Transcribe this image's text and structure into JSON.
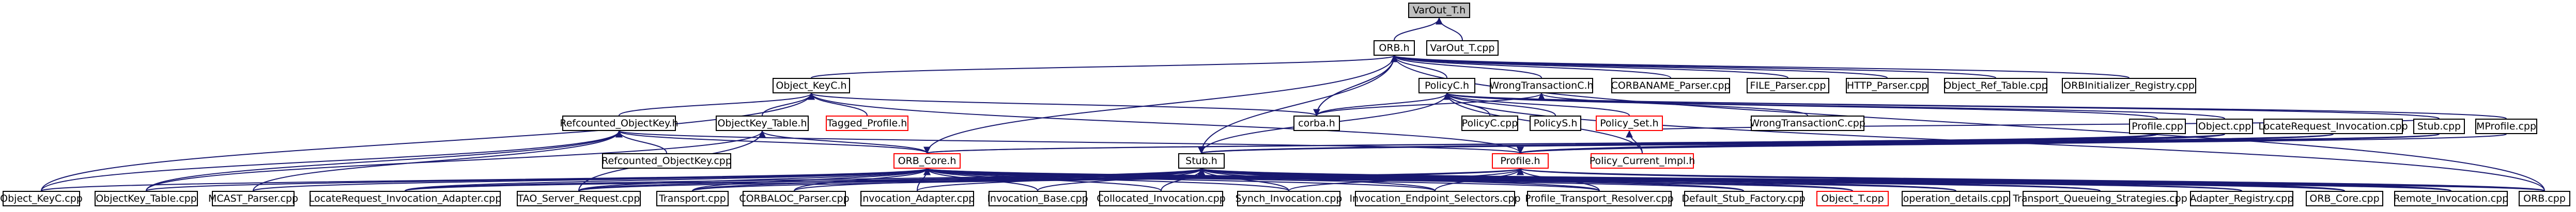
{
  "graph": {
    "edge_color": "#191970",
    "root_fill": "#bfbfbf",
    "red_border": "#ff0000",
    "nodes": [
      {
        "id": "varout_t_h",
        "label": "VarOut_T.h",
        "root": true
      },
      {
        "id": "orb_h",
        "label": "ORB.h"
      },
      {
        "id": "varout_t_cpp",
        "label": "VarOut_T.cpp"
      },
      {
        "id": "object_keyc_h",
        "label": "Object_KeyC.h"
      },
      {
        "id": "policyc_h",
        "label": "PolicyC.h"
      },
      {
        "id": "wrongtransactionc_h",
        "label": "WrongTransactionC.h"
      },
      {
        "id": "corbaname_parser_cpp",
        "label": "CORBANAME_Parser.cpp"
      },
      {
        "id": "file_parser_cpp",
        "label": "FILE_Parser.cpp"
      },
      {
        "id": "http_parser_cpp",
        "label": "HTTP_Parser.cpp"
      },
      {
        "id": "object_ref_table_cpp",
        "label": "Object_Ref_Table.cpp"
      },
      {
        "id": "orbinitializer_registry_cpp",
        "label": "ORBInitializer_Registry.cpp"
      },
      {
        "id": "refcounted_objectkey_h",
        "label": "Refcounted_ObjectKey.h"
      },
      {
        "id": "objectkey_table_h",
        "label": "ObjectKey_Table.h"
      },
      {
        "id": "tagged_profile_h",
        "label": "Tagged_Profile.h",
        "red": true
      },
      {
        "id": "corba_h",
        "label": "corba.h"
      },
      {
        "id": "policyc_cpp",
        "label": "PolicyC.cpp"
      },
      {
        "id": "policys_h",
        "label": "PolicyS.h"
      },
      {
        "id": "policy_set_h",
        "label": "Policy_Set.h",
        "red": true
      },
      {
        "id": "wrongtransactionc_cpp",
        "label": "WrongTransactionC.cpp"
      },
      {
        "id": "refcounted_objectkey_cpp",
        "label": "Refcounted_ObjectKey.cpp"
      },
      {
        "id": "orb_core_h",
        "label": "ORB_Core.h",
        "red": true
      },
      {
        "id": "stub_h",
        "label": "Stub.h"
      },
      {
        "id": "profile_h",
        "label": "Profile.h",
        "red": true
      },
      {
        "id": "policy_current_impl_h",
        "label": "Policy_Current_Impl.h",
        "red": true
      },
      {
        "id": "object_keyc_cpp",
        "label": "Object_KeyC.cpp"
      },
      {
        "id": "objectkey_table_cpp",
        "label": "ObjectKey_Table.cpp"
      },
      {
        "id": "mcast_parser_cpp",
        "label": "MCAST_Parser.cpp"
      },
      {
        "id": "locaterequest_invocation_adapter_cpp",
        "label": "LocateRequest_Invocation_Adapter.cpp"
      },
      {
        "id": "tao_server_request_cpp",
        "label": "TAO_Server_Request.cpp"
      },
      {
        "id": "transport_cpp",
        "label": "Transport.cpp"
      },
      {
        "id": "corbaloc_parser_cpp",
        "label": "CORBALOC_Parser.cpp"
      },
      {
        "id": "invocation_adapter_cpp",
        "label": "Invocation_Adapter.cpp"
      },
      {
        "id": "invocation_base_cpp",
        "label": "Invocation_Base.cpp"
      },
      {
        "id": "collocated_invocation_cpp",
        "label": "Collocated_Invocation.cpp"
      },
      {
        "id": "synch_invocation_cpp",
        "label": "Synch_Invocation.cpp"
      },
      {
        "id": "invocation_endpoint_selectors_cpp",
        "label": "Invocation_Endpoint_Selectors.cpp"
      },
      {
        "id": "profile_transport_resolver_cpp",
        "label": "Profile_Transport_Resolver.cpp"
      },
      {
        "id": "default_stub_factory_cpp",
        "label": "Default_Stub_Factory.cpp"
      },
      {
        "id": "object_t_cpp",
        "label": "Object_T.cpp",
        "red": true
      },
      {
        "id": "operation_details_cpp",
        "label": "operation_details.cpp"
      },
      {
        "id": "transport_queueing_strategies_cpp",
        "label": "Transport_Queueing_Strategies.cpp"
      },
      {
        "id": "adapter_registry_cpp",
        "label": "Adapter_Registry.cpp"
      },
      {
        "id": "orb_core_cpp",
        "label": "ORB_Core.cpp"
      },
      {
        "id": "remote_invocation_cpp",
        "label": "Remote_Invocation.cpp"
      },
      {
        "id": "orb_cpp",
        "label": "ORB.cpp"
      },
      {
        "id": "profile_cpp",
        "label": "Profile.cpp"
      },
      {
        "id": "object_cpp",
        "label": "Object.cpp"
      },
      {
        "id": "locaterequest_invocation_cpp",
        "label": "LocateRequest_Invocation.cpp"
      },
      {
        "id": "stub_cpp",
        "label": "Stub.cpp"
      },
      {
        "id": "mprofile_cpp",
        "label": "MProfile.cpp"
      }
    ],
    "edges": [
      [
        "varout_t_h",
        "orb_h"
      ],
      [
        "varout_t_h",
        "varout_t_cpp"
      ],
      [
        "orb_h",
        "object_keyc_h"
      ],
      [
        "orb_h",
        "policyc_h"
      ],
      [
        "orb_h",
        "wrongtransactionc_h"
      ],
      [
        "orb_h",
        "corbaname_parser_cpp"
      ],
      [
        "orb_h",
        "file_parser_cpp"
      ],
      [
        "orb_h",
        "http_parser_cpp"
      ],
      [
        "orb_h",
        "object_ref_table_cpp"
      ],
      [
        "orb_h",
        "orbinitializer_registry_cpp"
      ],
      [
        "orb_h",
        "corba_h"
      ],
      [
        "orb_h",
        "stub_h"
      ],
      [
        "orb_h",
        "orb_core_h"
      ],
      [
        "orb_h",
        "orb_cpp"
      ],
      [
        "object_keyc_h",
        "refcounted_objectkey_h"
      ],
      [
        "object_keyc_h",
        "objectkey_table_h"
      ],
      [
        "object_keyc_h",
        "tagged_profile_h"
      ],
      [
        "object_keyc_h",
        "corba_h"
      ],
      [
        "object_keyc_h",
        "object_keyc_cpp"
      ],
      [
        "object_keyc_h",
        "profile_h"
      ],
      [
        "policyc_h",
        "corba_h"
      ],
      [
        "policyc_h",
        "policyc_cpp"
      ],
      [
        "policyc_h",
        "policys_h"
      ],
      [
        "policyc_h",
        "policy_set_h"
      ],
      [
        "policyc_h",
        "policy_current_impl_h"
      ],
      [
        "policyc_h",
        "stub_h"
      ],
      [
        "policyc_h",
        "orb_cpp"
      ],
      [
        "policyc_h",
        "profile_cpp"
      ],
      [
        "policyc_h",
        "object_cpp"
      ],
      [
        "policyc_h",
        "stub_cpp"
      ],
      [
        "policyc_h",
        "mprofile_cpp"
      ],
      [
        "wrongtransactionc_h",
        "corba_h"
      ],
      [
        "wrongtransactionc_h",
        "wrongtransactionc_cpp"
      ],
      [
        "policy_set_h",
        "policy_current_impl_h"
      ],
      [
        "policy_set_h",
        "stub_cpp"
      ],
      [
        "refcounted_objectkey_h",
        "refcounted_objectkey_cpp"
      ],
      [
        "refcounted_objectkey_h",
        "objectkey_table_cpp"
      ],
      [
        "refcounted_objectkey_h",
        "mcast_parser_cpp"
      ],
      [
        "refcounted_objectkey_h",
        "object_keyc_cpp"
      ],
      [
        "refcounted_objectkey_h",
        "profile_h"
      ],
      [
        "refcounted_objectkey_h",
        "orb_core_h"
      ],
      [
        "objectkey_table_h",
        "objectkey_table_cpp"
      ],
      [
        "objectkey_table_h",
        "orb_core_h"
      ],
      [
        "objectkey_table_h",
        "tao_server_request_cpp"
      ],
      [
        "orb_core_h",
        "object_keyc_cpp"
      ],
      [
        "orb_core_h",
        "objectkey_table_cpp"
      ],
      [
        "orb_core_h",
        "mcast_parser_cpp"
      ],
      [
        "orb_core_h",
        "locaterequest_invocation_adapter_cpp"
      ],
      [
        "orb_core_h",
        "tao_server_request_cpp"
      ],
      [
        "orb_core_h",
        "transport_cpp"
      ],
      [
        "orb_core_h",
        "corbaloc_parser_cpp"
      ],
      [
        "orb_core_h",
        "invocation_adapter_cpp"
      ],
      [
        "orb_core_h",
        "invocation_base_cpp"
      ],
      [
        "orb_core_h",
        "collocated_invocation_cpp"
      ],
      [
        "orb_core_h",
        "synch_invocation_cpp"
      ],
      [
        "orb_core_h",
        "invocation_endpoint_selectors_cpp"
      ],
      [
        "orb_core_h",
        "profile_transport_resolver_cpp"
      ],
      [
        "orb_core_h",
        "default_stub_factory_cpp"
      ],
      [
        "orb_core_h",
        "object_t_cpp"
      ],
      [
        "orb_core_h",
        "operation_details_cpp"
      ],
      [
        "orb_core_h",
        "transport_queueing_strategies_cpp"
      ],
      [
        "orb_core_h",
        "adapter_registry_cpp"
      ],
      [
        "orb_core_h",
        "orb_core_cpp"
      ],
      [
        "orb_core_h",
        "remote_invocation_cpp"
      ],
      [
        "orb_core_h",
        "orb_cpp"
      ],
      [
        "orb_core_h",
        "profile_cpp"
      ],
      [
        "orb_core_h",
        "object_cpp"
      ],
      [
        "stub_h",
        "locaterequest_invocation_adapter_cpp"
      ],
      [
        "stub_h",
        "tao_server_request_cpp"
      ],
      [
        "stub_h",
        "transport_cpp"
      ],
      [
        "stub_h",
        "corbaloc_parser_cpp"
      ],
      [
        "stub_h",
        "invocation_adapter_cpp"
      ],
      [
        "stub_h",
        "invocation_base_cpp"
      ],
      [
        "stub_h",
        "collocated_invocation_cpp"
      ],
      [
        "stub_h",
        "synch_invocation_cpp"
      ],
      [
        "stub_h",
        "invocation_endpoint_selectors_cpp"
      ],
      [
        "stub_h",
        "profile_transport_resolver_cpp"
      ],
      [
        "stub_h",
        "default_stub_factory_cpp"
      ],
      [
        "stub_h",
        "object_t_cpp"
      ],
      [
        "stub_h",
        "operation_details_cpp"
      ],
      [
        "stub_h",
        "transport_queueing_strategies_cpp"
      ],
      [
        "stub_h",
        "adapter_registry_cpp"
      ],
      [
        "stub_h",
        "orb_core_cpp"
      ],
      [
        "stub_h",
        "remote_invocation_cpp"
      ],
      [
        "stub_h",
        "orb_cpp"
      ],
      [
        "stub_h",
        "profile_cpp"
      ],
      [
        "stub_h",
        "object_cpp"
      ],
      [
        "stub_h",
        "locaterequest_invocation_cpp"
      ],
      [
        "stub_h",
        "stub_cpp"
      ],
      [
        "profile_h",
        "locaterequest_invocation_adapter_cpp"
      ],
      [
        "profile_h",
        "invocation_endpoint_selectors_cpp"
      ],
      [
        "profile_h",
        "transport_cpp"
      ],
      [
        "profile_h",
        "tao_server_request_cpp"
      ],
      [
        "profile_h",
        "synch_invocation_cpp"
      ],
      [
        "profile_h",
        "profile_transport_resolver_cpp"
      ],
      [
        "profile_h",
        "remote_invocation_cpp"
      ],
      [
        "profile_h",
        "orb_core_cpp"
      ],
      [
        "profile_h",
        "orb_cpp"
      ],
      [
        "profile_h",
        "profile_cpp"
      ],
      [
        "profile_h",
        "object_cpp"
      ],
      [
        "profile_h",
        "locaterequest_invocation_cpp"
      ],
      [
        "profile_h",
        "stub_cpp"
      ],
      [
        "profile_h",
        "mprofile_cpp"
      ],
      [
        "corba_h",
        "orb_h"
      ]
    ]
  }
}
